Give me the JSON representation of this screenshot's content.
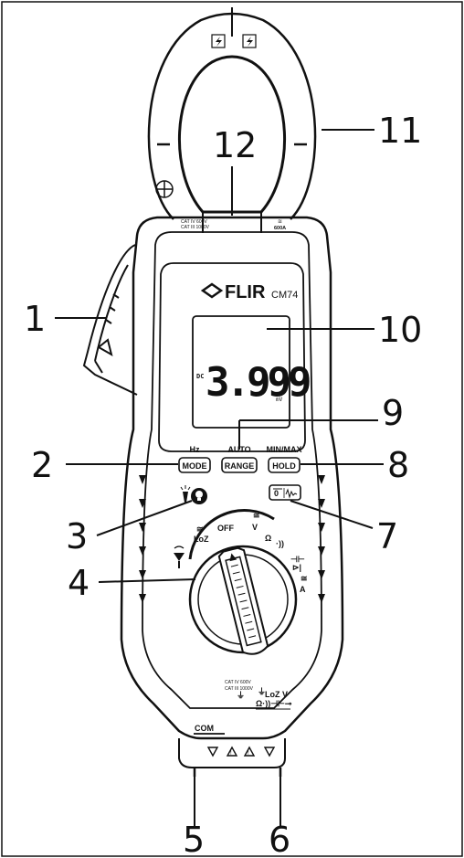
{
  "brand": {
    "logo": "FLIR",
    "model": "CM74"
  },
  "display": {
    "reading": "3.999",
    "mode_indicator": "DC",
    "unit": "mV"
  },
  "buttons": {
    "mode": {
      "top": "Hz",
      "label": "MODE"
    },
    "range": {
      "top": "AUTO",
      "label": "RANGE"
    },
    "hold": {
      "top": "MIN/MAX",
      "label": "HOLD"
    }
  },
  "dial": {
    "off": "OFF",
    "v_ac_dc": "V",
    "loz": "LoZ",
    "ohm": "Ω",
    "cap_diode": "⊣⊢",
    "amps": "A"
  },
  "jaw": {
    "cat_rating": [
      "CAT IV 600V",
      "CAT III 1000V"
    ],
    "current_rating": [
      "≅",
      "600A"
    ]
  },
  "terminals": {
    "com": "COM",
    "cat_rating": [
      "CAT IV 600V",
      "CAT III 1000V"
    ],
    "input": [
      "LoZ V",
      "Ω·))⊣⊢⊸"
    ]
  },
  "callouts": [
    "1",
    "2",
    "3",
    "4",
    "5",
    "6",
    "7",
    "8",
    "9",
    "10",
    "11",
    "12"
  ],
  "colors": {
    "body_outline": "#111111",
    "background": "#ffffff"
  }
}
